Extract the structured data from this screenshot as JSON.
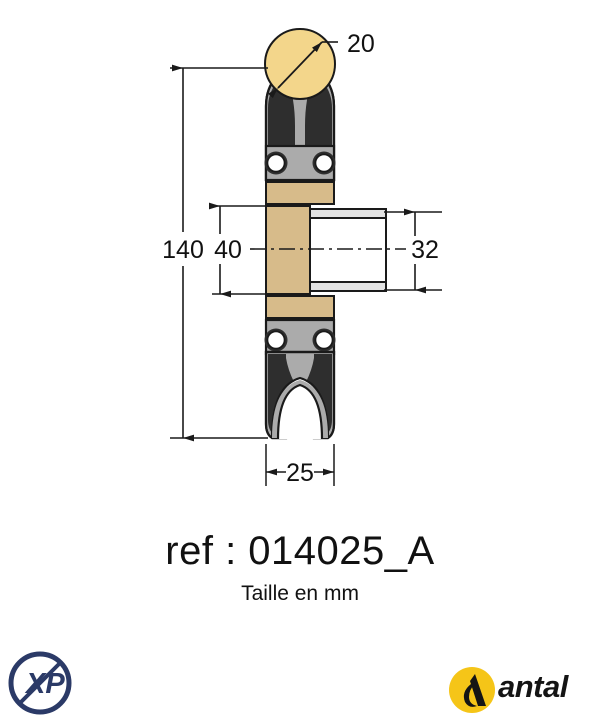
{
  "drawing": {
    "title_ref": "ref : 014025_A",
    "units_note": "Taille en mm",
    "dimensions": {
      "overall_height": "140",
      "sheave_diameter": "20",
      "bore_height": "40",
      "tube_diameter": "32",
      "width": "25"
    },
    "colors": {
      "rope_gold": "#F3D68B",
      "body_grey": "#ABABAB",
      "body_dark": "#2E2E2E",
      "bushing_tan": "#D7BB8A",
      "tube_white": "#FFFFFF",
      "tube_band": "#E2E2E2",
      "line_black": "#1A1A1A"
    }
  },
  "logos": {
    "xp": {
      "name": "XP",
      "color": "#2B3A67"
    },
    "antal": {
      "name": "antal",
      "circle_color": "#F5C518",
      "text_color": "#141414"
    }
  }
}
